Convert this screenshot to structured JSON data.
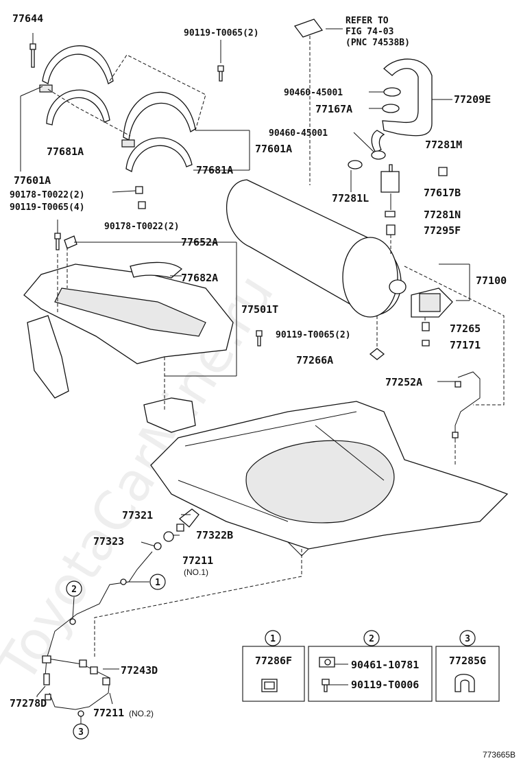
{
  "watermark": "ToyotaCarMine.ru",
  "refer_note": {
    "line1": "REFER TO",
    "line2": "FIG 74-03",
    "line3": "(PNC 74538B)"
  },
  "labels": {
    "p77644": "77644",
    "p90119_t0065_2_top": "90119-T0065(2)",
    "p90460_45001_a": "90460-45001",
    "p77167a": "77167A",
    "p77209e": "77209E",
    "p90460_45001_b": "90460-45001",
    "p77281m": "77281M",
    "p77681a_left": "77681A",
    "p77601a_right": "77601A",
    "p77681a_right": "77681A",
    "p77601a_left": "77601A",
    "p90178_t0022_2_left": "90178-T0022(2)",
    "p90119_t0065_4": "90119-T0065(4)",
    "p90178_t0022_2_mid": "90178-T0022(2)",
    "p77281l": "77281L",
    "p77617b": "77617B",
    "p77281n": "77281N",
    "p77295f": "77295F",
    "p77652a": "77652A",
    "p77682a": "77682A",
    "p77100": "77100",
    "p77501t": "77501T",
    "p77265": "77265",
    "p90119_t0065_2_mid": "90119-T0065(2)",
    "p77171": "77171",
    "p77266a": "77266A",
    "p77252a": "77252A",
    "p77321": "77321",
    "p77323": "77323",
    "p77322b": "77322B",
    "p77211": "77211",
    "p77211_no1": "(NO.1)",
    "p77243d": "77243D",
    "p77278d": "77278D",
    "p77211_b": "77211",
    "p77211_no2": "(NO.2)"
  },
  "callouts": {
    "c1": "1",
    "c2": "2",
    "c3": "3"
  },
  "legend": {
    "box1": {
      "num": "1",
      "part": "77286F"
    },
    "box2": {
      "num": "2",
      "part_a": "90461-10781",
      "part_b": "90119-T0006"
    },
    "box3": {
      "num": "3",
      "part": "77285G"
    }
  },
  "figure_id": "773665B"
}
